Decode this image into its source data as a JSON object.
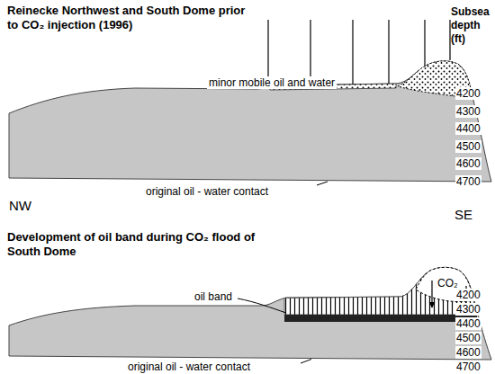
{
  "diagram": {
    "labels": [
      "Reinecke Northwest and South Dome prior to CO₂ injection (1996)",
      "Subsea depth (ft)",
      "4200",
      "4300",
      "4400",
      "4500",
      "4600",
      "4700",
      "minor mobile oil and water",
      "original oil - water contact",
      "NW",
      "SE",
      "Development of oil band during CO₂ flood of South Dome",
      "oil band",
      "CO₂",
      "4200",
      "4300",
      "4400",
      "4500",
      "4600",
      "4700",
      "original oil - water contact"
    ]
  }
}
